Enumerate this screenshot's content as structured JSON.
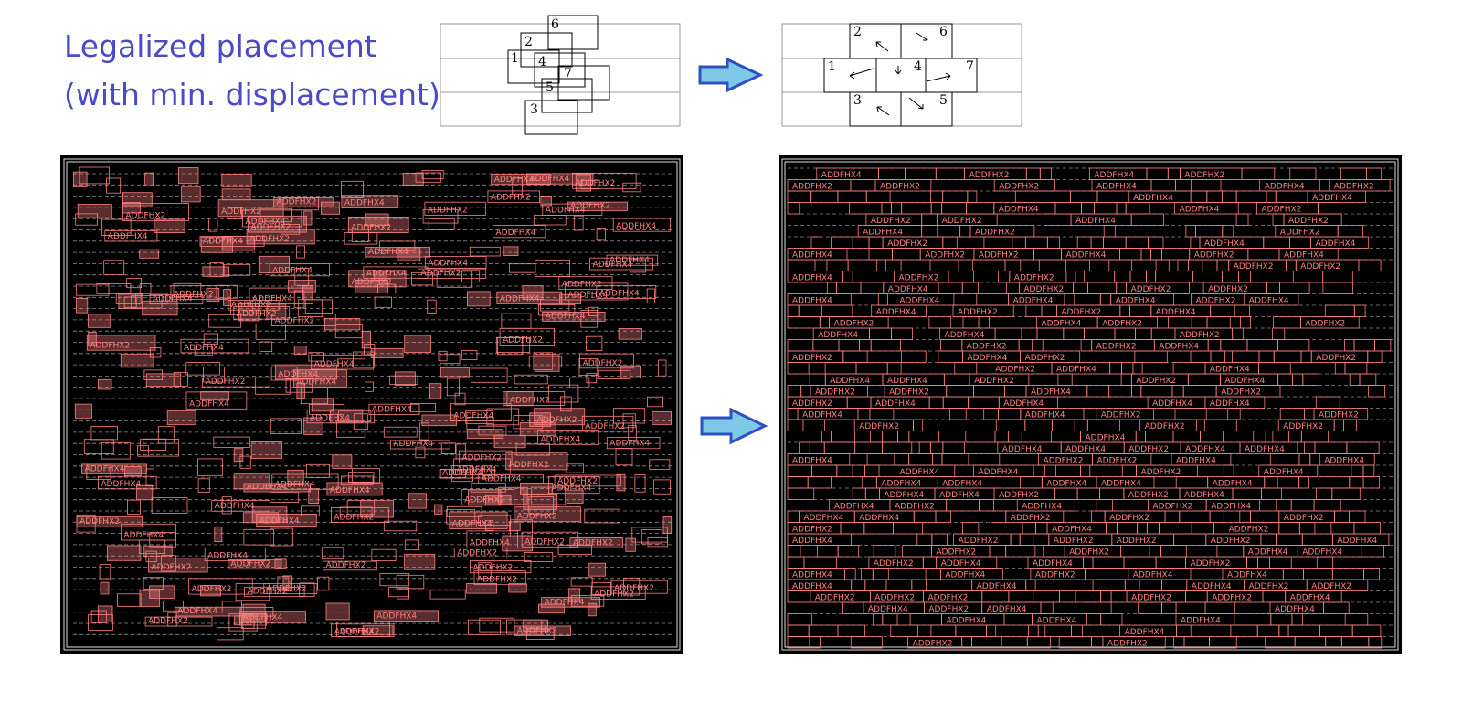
{
  "title": {
    "line1": "Legalized placement",
    "line2": "(with min. displacement)"
  },
  "schematic_before": {
    "cells": [
      {
        "id": "1",
        "label": "1"
      },
      {
        "id": "2",
        "label": "2"
      },
      {
        "id": "3",
        "label": "3"
      },
      {
        "id": "4",
        "label": "4"
      },
      {
        "id": "5",
        "label": "5"
      },
      {
        "id": "6",
        "label": "6"
      },
      {
        "id": "7",
        "label": "7"
      }
    ]
  },
  "schematic_after": {
    "cells": [
      {
        "id": "1",
        "label": "1"
      },
      {
        "id": "2",
        "label": "2"
      },
      {
        "id": "3",
        "label": "3"
      },
      {
        "id": "4",
        "label": "4"
      },
      {
        "id": "5",
        "label": "5"
      },
      {
        "id": "6",
        "label": "6"
      },
      {
        "id": "7",
        "label": "7"
      }
    ]
  },
  "layout_before": {
    "cell_labels": [
      "ADDFHX4",
      "ADDFHX2"
    ]
  },
  "layout_after": {
    "cell_labels": [
      "ADDFHX4",
      "ADDFHX2"
    ]
  },
  "colors": {
    "title": "#4a4ac8",
    "arrow_fill": "#7ec8e8",
    "arrow_stroke": "#3050c0",
    "layout_bg": "#000000",
    "cell_stroke": "#ff8080",
    "row_dash": "#c8c8c8"
  }
}
